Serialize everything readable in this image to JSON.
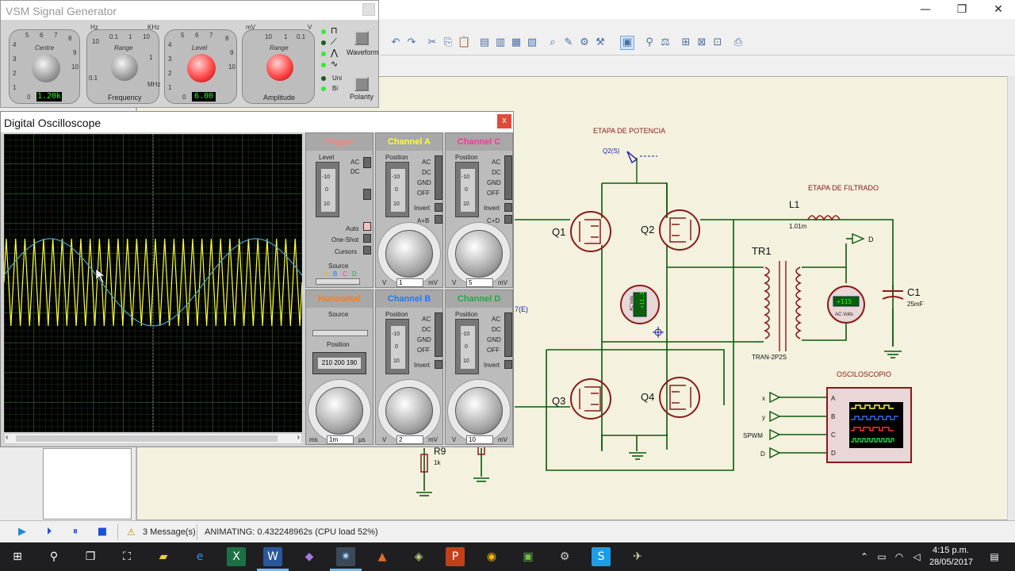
{
  "app": {
    "minimize_icon": "—",
    "restore_icon": "❐",
    "close_icon": "✕"
  },
  "toolbar": {
    "icons": [
      "undo",
      "redo",
      "cut",
      "copy",
      "paste",
      "block-copy",
      "block-move",
      "block-rotate",
      "block-delete",
      "zoom-in",
      "pick",
      "make-device",
      "package",
      "netlist",
      "find",
      "design-rules",
      "new-sheet",
      "remove-sheet",
      "export"
    ]
  },
  "siggen": {
    "title": "VSM Signal Generator",
    "centre_label": "Centre",
    "centre_ticks": [
      "5",
      "6",
      "7",
      "8",
      "4",
      "3",
      "9",
      "2",
      "1",
      "0",
      "10"
    ],
    "centre_value": "1.20k",
    "range_label": "Range",
    "range_units_top": "Hz",
    "range_units_right": "KHz",
    "range_units_bottom": "MHz",
    "range_ticks": [
      "0.1",
      "1",
      "10",
      "10",
      "1",
      "0.1"
    ],
    "frequency_caption": "Frequency",
    "level_label": "Level",
    "level_value": "6.00",
    "amp_range_label": "Range",
    "amp_units_left": "mV",
    "amp_units_right": "V",
    "amp_ticks": [
      "10",
      "1",
      "0.1"
    ],
    "amplitude_caption": "Amplitude",
    "waveform_caption": "Waveform",
    "uni_label": "Uni",
    "bi_label": "Bi",
    "polarity_caption": "Polarity",
    "led_on_color": "#39e639",
    "led_off_color": "#1a5a1a"
  },
  "osc": {
    "title": "Digital Oscilloscope",
    "close_icon": "x",
    "trigger_head": "Trigger",
    "level_label": "Level",
    "ac_label": "AC",
    "dc_label": "DC",
    "auto_label": "Auto",
    "oneshot_label": "One-Shot",
    "cursors_label": "Cursors",
    "source_label": "Source",
    "source_letters": [
      "A",
      "B",
      "C",
      "D"
    ],
    "horizontal_head": "Horizontal",
    "position_label": "Position",
    "h_position_display": "210  200  190",
    "h_units_left": "ms",
    "h_units_right": "µs",
    "h_value": "1m",
    "ch_a_head": "Channel A",
    "ch_b_head": "Channel B",
    "ch_c_head": "Channel C",
    "ch_d_head": "Channel D",
    "coupling": [
      "AC",
      "DC",
      "GND",
      "OFF"
    ],
    "invert_label": "Invert",
    "a_plus_b": "A+B",
    "c_plus_d": "C+D",
    "slot_ticks": [
      "-10",
      "0",
      "10"
    ],
    "ch_units_left": "V",
    "ch_units_right": "mV",
    "ch_a_value": "1",
    "ch_b_value": "2",
    "ch_c_value": "5",
    "ch_d_value": "10",
    "colors": {
      "trigger": "#ff8080",
      "ch_a": "#ffff33",
      "ch_b": "#2277ee",
      "ch_c": "#ff3399",
      "ch_d": "#22aa44",
      "horizontal": "#ff7a1a"
    }
  },
  "schematic": {
    "etapa_potencia": "ETAPA DE POTENCIA",
    "etapa_filtrado": "ETAPA DE FILTRADO",
    "q2s": "Q2(S)",
    "q1": "Q1",
    "q2": "Q2",
    "q3": "Q3",
    "q4": "Q4",
    "l1": "L1",
    "l1_value": "1.01m",
    "tr1": "TR1",
    "tr1_model": "TRAN-2P2S",
    "c1": "C1",
    "c1_value": "25mF",
    "d_terminal": "D",
    "voltmeter1_value": "+11.2",
    "voltmeter1_label": "AC Volts",
    "voltmeter2_value": "+115",
    "voltmeter2_label": "AC Volts",
    "osc_label": "OSCILOSCOPIO",
    "osc_inputs": [
      "x",
      "y",
      "SPWM",
      "D"
    ],
    "osc_pins": [
      "A",
      "B",
      "C",
      "D"
    ],
    "r9": "R9",
    "r9_value": "1k",
    "partial_label": "7(E)"
  },
  "status": {
    "messages": "3 Message(s)",
    "animating": "ANIMATING: 0.432248962s (CPU load 52%)",
    "play_icon": "▶",
    "step_icon": "⏵",
    "pause_icon": "⏸",
    "stop_icon": "■",
    "warning_icon": "⚠"
  },
  "taskbar": {
    "time": "4:15 p.m.",
    "date": "28/05/2017",
    "icons": [
      "start",
      "search",
      "task-view",
      "store",
      "file-explorer",
      "edge",
      "excel",
      "word",
      "visual-studio",
      "proteus-isis",
      "matlab",
      "proteus-ares",
      "powerpoint",
      "chrome",
      "minecraft",
      "tool",
      "skype",
      "proteus"
    ]
  }
}
